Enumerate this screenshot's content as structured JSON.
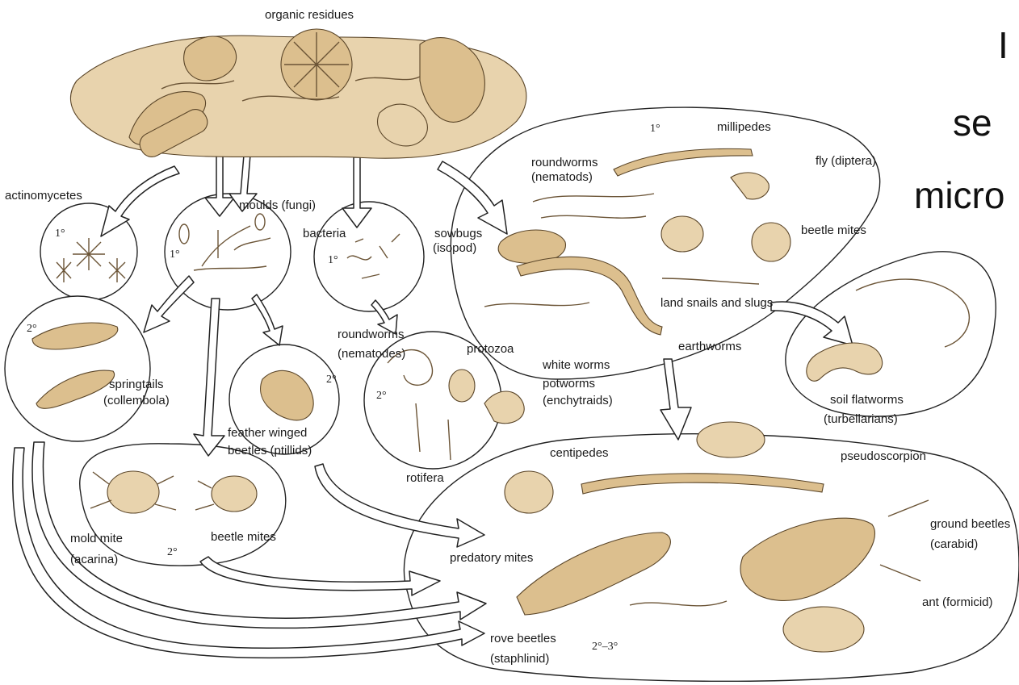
{
  "side_heading": [
    "I",
    "se",
    "micro"
  ],
  "labels": {
    "organic_residues": "organic residues",
    "actinomycetes": "actinomycetes",
    "moulds": "moulds (fungi)",
    "bacteria": "bacteria",
    "roundworms_top": [
      "roundworms",
      "(nematods)"
    ],
    "millipedes": "millipedes",
    "fly": "fly (diptera)",
    "sowbugs": [
      "sowbugs",
      "(isopod)"
    ],
    "beetle_mites_top": "beetle mites",
    "land_snails": "land snails and slugs",
    "earthworms": "earthworms",
    "white_worms": [
      "white worms",
      "potworms",
      "(enchytraids)"
    ],
    "soil_flatworms": [
      "soil flatworms",
      "(turbellarians)"
    ],
    "springtails": [
      "springtails",
      "(collembola)"
    ],
    "roundworms_mid": [
      "roundworms",
      "(nematodes)"
    ],
    "protozoa": "protozoa",
    "rotifera": "rotifera",
    "feather_winged": [
      "feather winged",
      "beetles (ptillids)"
    ],
    "mold_mite": [
      "mold mite",
      "(acarina)"
    ],
    "beetle_mites_bottom": "beetle mites",
    "centipedes": "centipedes",
    "pseudoscorpion": "pseudoscorpion",
    "ground_beetles": [
      "ground beetles",
      "(carabid)"
    ],
    "predatory_mites": "predatory mites",
    "ant": "ant (formicid)",
    "rove_beetles": [
      "rove beetles",
      "(staphlinid)"
    ]
  },
  "orders": {
    "primary": "1°",
    "secondary": "2°",
    "tertiary": "2°–3°"
  }
}
